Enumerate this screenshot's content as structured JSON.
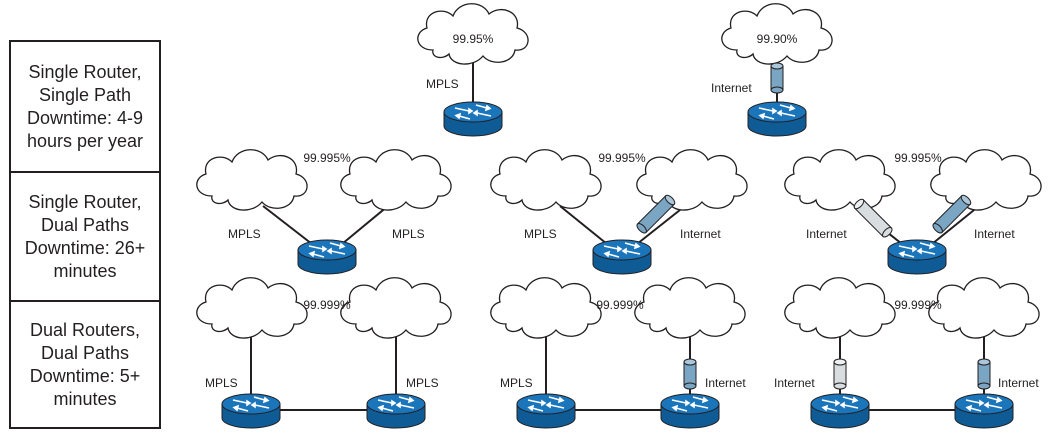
{
  "rows": [
    {
      "description": "Single Router,\nSingle Path\nDowntime: 4-9\nhours per year"
    },
    {
      "description": "Single Router,\nDual Paths\nDowntime: 26+\nminutes"
    },
    {
      "description": "Dual Routers,\nDual Paths\nDowntime: 5+\nminutes"
    }
  ],
  "scenarios": {
    "single_mpls": {
      "availability": "99.95%",
      "link_label": "MPLS"
    },
    "single_internet": {
      "availability": "99.90%",
      "link_label": "Internet"
    },
    "dual_path_mpls_mpls": {
      "availability": "99.995%",
      "left_label": "MPLS",
      "right_label": "MPLS"
    },
    "dual_path_mpls_internet": {
      "availability": "99.995%",
      "left_label": "MPLS",
      "right_label": "Internet"
    },
    "dual_path_internet_internet": {
      "availability": "99.995%",
      "left_label": "Internet",
      "right_label": "Internet"
    },
    "dual_router_mpls_mpls": {
      "availability": "99.999%",
      "left_label": "MPLS",
      "right_label": "MPLS"
    },
    "dual_router_mpls_internet": {
      "availability": "99.999%",
      "left_label": "MPLS",
      "right_label": "Internet"
    },
    "dual_router_internet_internet": {
      "availability": "99.999%",
      "left_label": "Internet",
      "right_label": "Internet"
    }
  },
  "colors": {
    "router": "#1b75bb",
    "router_dark": "#0f5b96",
    "tunnel_blue": "#7aa6c4",
    "tunnel_light": "#d8dde0",
    "stroke": "#231f20"
  }
}
